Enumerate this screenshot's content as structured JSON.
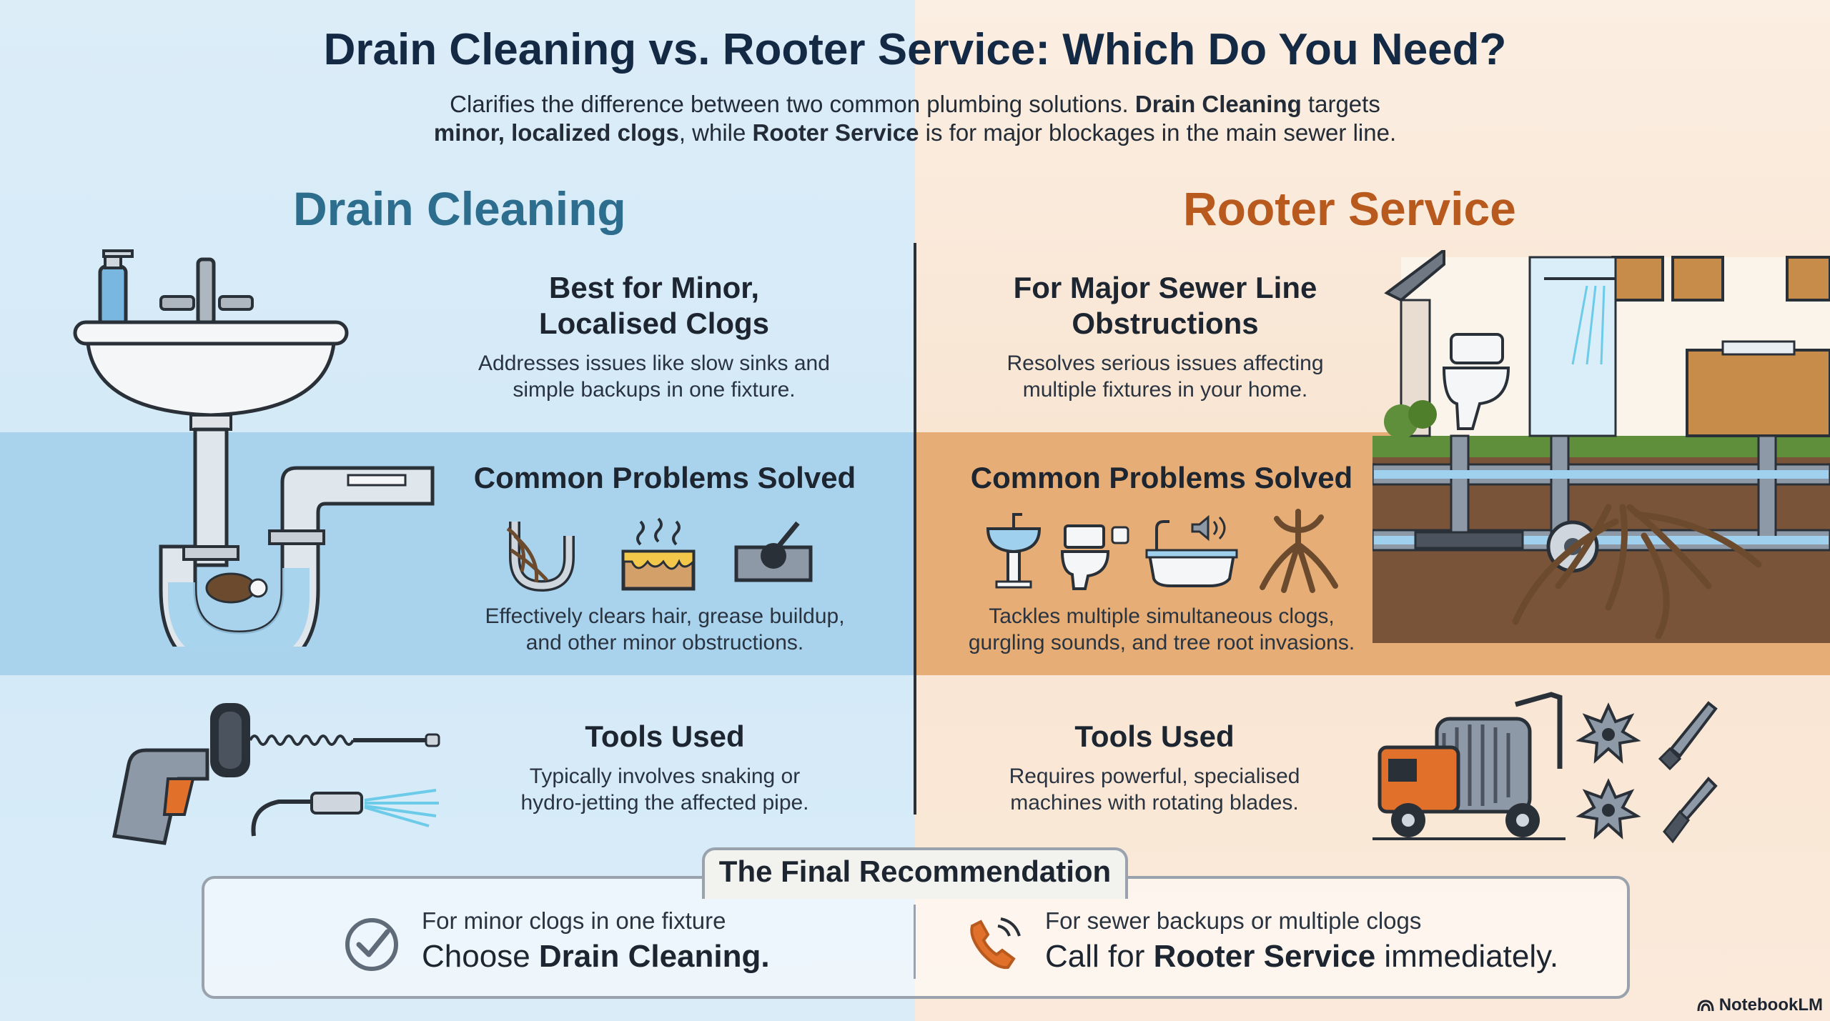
{
  "header": {
    "title": "Drain Cleaning vs. Rooter Service: Which Do You Need?",
    "subtitle_1": "Clarifies the difference between two common plumbing solutions. ",
    "subtitle_b1": "Drain Cleaning",
    "subtitle_2": " targets",
    "subtitle_b2": "minor, localized clogs",
    "subtitle_3": ", while ",
    "subtitle_b3": "Rooter Service",
    "subtitle_4": " is for major blockages in the main sewer line."
  },
  "drain": {
    "heading": "Drain Cleaning",
    "best_title_1": "Best for Minor,",
    "best_title_2": "Localised Clogs",
    "best_text_1": "Addresses issues like slow sinks and",
    "best_text_2": "simple backups in one fixture.",
    "problems_title": "Common Problems Solved",
    "problems_text_1": "Effectively clears hair, grease buildup,",
    "problems_text_2": "and other minor obstructions.",
    "tools_title": "Tools Used",
    "tools_text_1": "Typically involves snaking or",
    "tools_text_2": "hydro-jetting the affected pipe."
  },
  "rooter": {
    "heading": "Rooter Service",
    "best_title_1": "For Major Sewer Line",
    "best_title_2": "Obstructions",
    "best_text_1": "Resolves serious issues affecting",
    "best_text_2": "multiple fixtures in your home.",
    "problems_title": "Common Problems Solved",
    "problems_text_1": "Tackles multiple simultaneous clogs,",
    "problems_text_2": "gurgling sounds, and tree root invasions.",
    "tools_title": "Tools Used",
    "tools_text_1": "Requires powerful, specialised",
    "tools_text_2": "machines with rotating blades."
  },
  "recommendation": {
    "title": "The Final Recommendation",
    "left_small": "For minor clogs in one fixture",
    "left_big_1": "Choose ",
    "left_big_b": "Drain Cleaning.",
    "right_small": "For sewer backups or multiple clogs",
    "right_big_1": "Call for ",
    "right_big_b": "Rooter Service",
    "right_big_2": " immediately."
  },
  "brand": "NotebookLM",
  "colors": {
    "drain_accent": "#2d6e8e",
    "rooter_accent": "#b8591e",
    "left_band": "#a9d3ec",
    "right_band": "#e6ae76"
  },
  "icons": [
    "sink-pipe-icon",
    "hair-clog-icon",
    "grease-icon",
    "minor-blockage-icon",
    "drain-snake-icon",
    "hydro-jet-icon",
    "house-sewer-icon",
    "sink-icon",
    "toilet-icon",
    "bathtub-gurgle-icon",
    "tree-root-icon",
    "rooter-machine-icon",
    "rotating-blade-icon",
    "checkmark-icon",
    "phone-icon",
    "notebooklm-icon"
  ]
}
